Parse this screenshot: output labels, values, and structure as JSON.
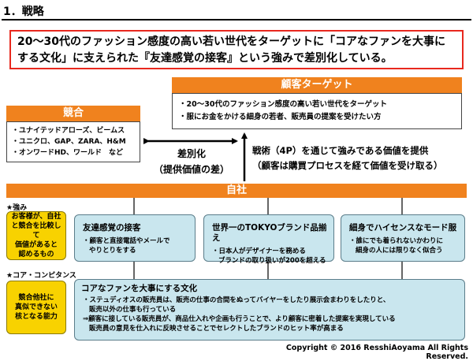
{
  "title": "1．戦略",
  "thesis": {
    "line1": "20～30代のファッション感度の高い若い世代をターゲットに「コアなファンを大事に",
    "line2": "する文化」に支えられた『友達感覚の接客』という強みで差別化している。"
  },
  "customer": {
    "header": "顧客ターゲット",
    "items": [
      "・20～30代のファッション感度の高い若い世代をターゲット",
      "・服にお金をかける細身の若者、販売員の提案を受けたい方"
    ]
  },
  "competition": {
    "header": "競合",
    "items": [
      "・ユナイテッドアローズ、ビームス",
      "・ユニクロ、GAP、ZARA、H&M",
      "・オンワードHD、ワールド　など"
    ]
  },
  "differentiation": {
    "line1": "差別化",
    "line2": "（提供価値の差）"
  },
  "tactics": {
    "line1": "戦術（4P）を通じて強みである価値を提供",
    "line2": "（顧客は購買プロセスを経て価値を受け取る）"
  },
  "company": {
    "label": "自社"
  },
  "strengths": {
    "label": "★強み",
    "side_text": [
      "お客様が、自社",
      "と競合を比較して",
      "価値があると",
      "認めるもの"
    ],
    "boxes": [
      {
        "title": "友達感覚の接客",
        "desc": [
          "・顧客と直接電話やメールで",
          "やりとりをする"
        ]
      },
      {
        "title": "世界一のTOKYOブランド品揃え",
        "desc": [
          "・日本人がデザイナーを務める",
          "ブランドの取り扱いが200を超える"
        ]
      },
      {
        "title": "細身でハイセンスなモード服",
        "desc": [
          "・誰にでも着られないかわりに",
          "細身の人には限りなく似合う"
        ]
      }
    ]
  },
  "core": {
    "label": "★コア・コンピタンス",
    "side_text": [
      "競合他社に",
      "真似できない",
      "核となる能力"
    ],
    "title": "コアなファンを大事にする文化",
    "lines": [
      "・ステュディオスの販売員は、販売の仕事の合間をぬってバイヤーをしたり展示会まわりをしたりと、",
      "販売以外の仕事も行っている",
      "⇒顧客に接している販売員が、商品仕入れや企画も行うことで、より顧客に密着した提案を実現している",
      "販売員の意見を仕入れに反映させることでセレクトしたブランドのヒット率が高まる"
    ]
  },
  "copyright": "Copyright © 2016 ResshiAoyama All Rights Reserved.",
  "colors": {
    "accent": "#f0821e",
    "box_fill": "#c9e6ee",
    "highlight": "#f8d200",
    "border_red": "#e8281e"
  }
}
